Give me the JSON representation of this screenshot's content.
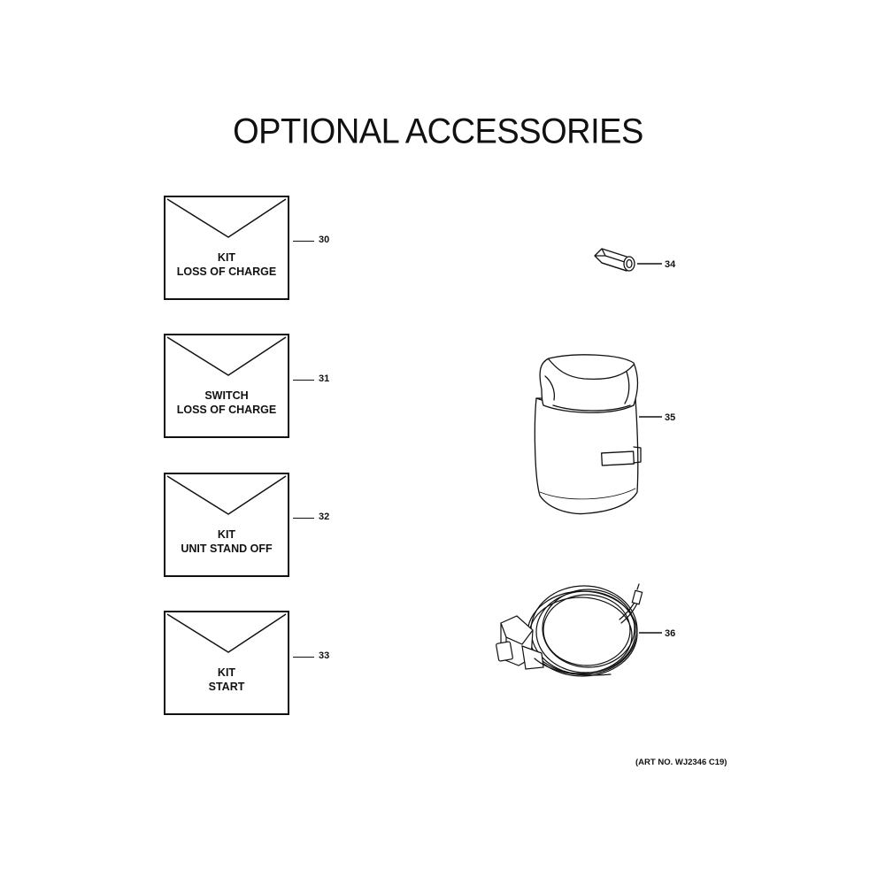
{
  "title": "OPTIONAL ACCESSORIES",
  "kits": [
    {
      "line1": "KIT",
      "line2": "LOSS OF CHARGE",
      "number": "30"
    },
    {
      "line1": "SWITCH",
      "line2": "LOSS OF CHARGE",
      "number": "31"
    },
    {
      "line1": "KIT",
      "line2": "UNIT STAND OFF",
      "number": "32"
    },
    {
      "line1": "KIT",
      "line2": "START",
      "number": "33"
    }
  ],
  "parts": [
    {
      "number": "34",
      "icon": "hex-nut-icon"
    },
    {
      "number": "35",
      "icon": "insulation-jacket-icon"
    },
    {
      "number": "36",
      "icon": "coiled-cable-icon"
    }
  ],
  "art_number": "(ART NO. WJ2346 C19)"
}
